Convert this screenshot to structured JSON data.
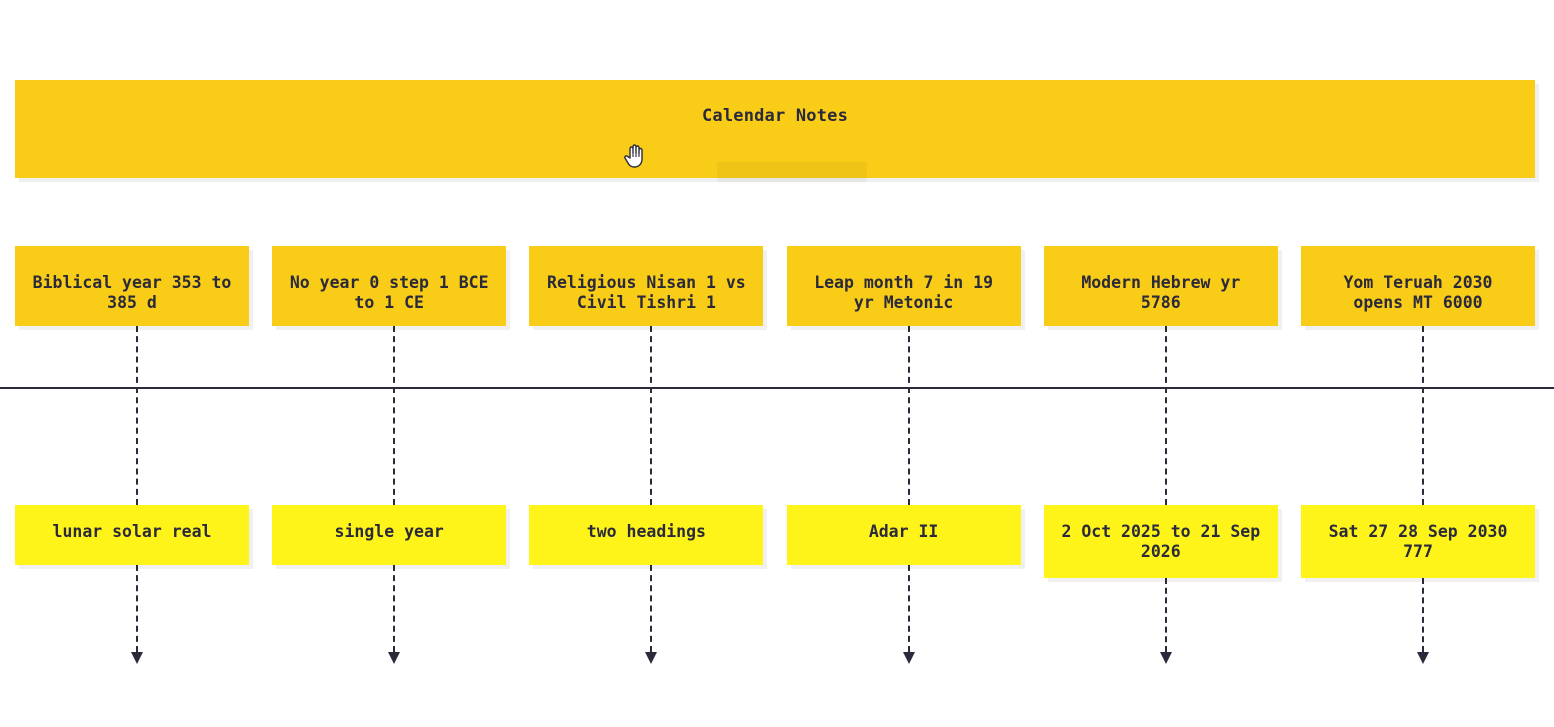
{
  "title": "Calendar Notes",
  "colors": {
    "title_fill": "#f9cc18",
    "top_card_fill": "#f9cc18",
    "bottom_card_fill": "#fef41a",
    "line": "#2a2a3a"
  },
  "icons": {
    "cursor": "hand-grab-icon"
  },
  "events": [
    {
      "label": "Biblical year 353 to 385 d",
      "detail": "lunar solar real"
    },
    {
      "label": "No year 0 step 1 BCE to 1 CE",
      "detail": "single year"
    },
    {
      "label": "Religious Nisan 1 vs Civil Tishri 1",
      "detail": "two headings"
    },
    {
      "label": "Leap month 7 in 19 yr Metonic",
      "detail": "Adar II"
    },
    {
      "label": "Modern Hebrew yr 5786",
      "detail": "2 Oct 2025 to 21 Sep 2026"
    },
    {
      "label": "Yom Teruah 2030 opens MT 6000",
      "detail": "Sat 27 28 Sep 2030 777"
    }
  ]
}
